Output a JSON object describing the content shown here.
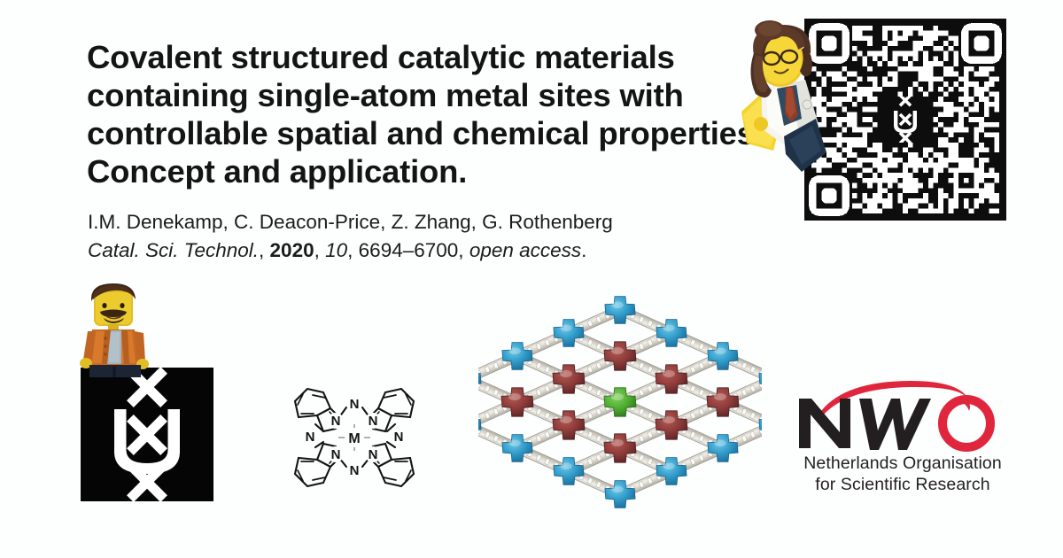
{
  "background_color": "#fdfefe",
  "title": {
    "lines": [
      "Covalent structured catalytic materials",
      "containing single-atom metal sites with",
      "controllable spatial and chemical properties:",
      "Concept and application."
    ]
  },
  "authors": "I.M. Denekamp, C. Deacon-Price, Z. Zhang, G. Rothenberg",
  "citation": {
    "journal": "Catal. Sci. Technol.",
    "year": "2020",
    "volume": "10",
    "pages": "6694–6700",
    "access": "open access",
    "sep1": ", ",
    "sep2": ", ",
    "sep3": ", ",
    "period": "."
  },
  "qr_code": {
    "label": "qr-code",
    "dark_color": "#0d0d0d",
    "light_color": "#ffffff",
    "center_logo": "uva-logo"
  },
  "uva_logo": {
    "label": "University of Amsterdam logo",
    "background_color": "#050505",
    "mark_color": "#ffffff"
  },
  "nwo_logo": {
    "wordmark_nw": "NW",
    "wordmark_o": "O",
    "tagline_line1": "Netherlands Organisation",
    "tagline_line2": "for Scientific Research",
    "black_color": "#231f20",
    "red_color": "#e0263c"
  },
  "chem_structure": {
    "label": "metal phthalocyanine",
    "metal_label": "M",
    "nitrogen_label": "N",
    "nitrogen_count": 8,
    "line_color": "#111111"
  },
  "lattice": {
    "label": "lego covalent lattice model",
    "node_colors": {
      "edge": "#2f9ac9",
      "inner": "#8e3b3b",
      "center": "#4fae32"
    },
    "strut_color": "#d9d6cd",
    "grid_rows": 3,
    "grid_cols": 3
  },
  "lego_figures": [
    {
      "name": "lego-minifigure-female",
      "hair_color": "#5b3a2a",
      "coat_color": "#f2f2ee",
      "tie_color": "#8a3b28",
      "skin_color": "#f2cd2f",
      "legs_color": "#2b3a52"
    },
    {
      "name": "lego-minifigure-male",
      "hair_color": "#4a2f1d",
      "jacket_color": "#d8742a",
      "shirt_color": "#9fb2bd",
      "skin_color": "#e5c12c",
      "legs_color": "#1d2636"
    }
  ]
}
